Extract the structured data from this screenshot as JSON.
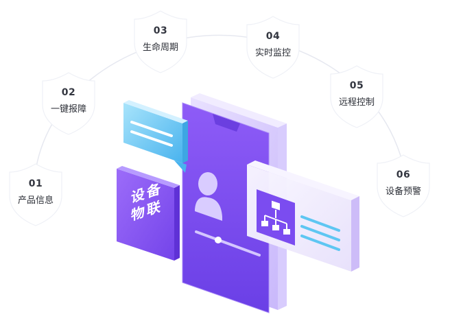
{
  "features": [
    {
      "num": "01",
      "label": "产品信息"
    },
    {
      "num": "02",
      "label": "一键报障"
    },
    {
      "num": "03",
      "label": "生命周期"
    },
    {
      "num": "04",
      "label": "实时监控"
    },
    {
      "num": "05",
      "label": "远程控制"
    },
    {
      "num": "06",
      "label": "设备预警"
    }
  ],
  "tile": {
    "line1": "设备",
    "line2": "物联"
  },
  "colors": {
    "purple": "#7b4cf0",
    "purple_light": "#c8b8fb",
    "blue": "#5ec6f2",
    "badge_shadow": "#dde3f0"
  },
  "icons": {
    "avatar": "user-avatar-icon",
    "network": "network-hierarchy-icon",
    "chat": "chat-bubble-icon"
  }
}
